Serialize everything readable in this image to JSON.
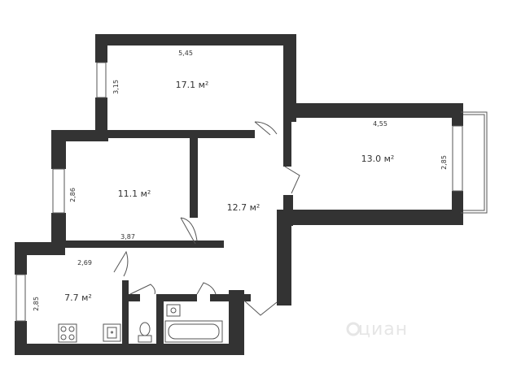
{
  "colors": {
    "wall": "#333333",
    "line": "#555555",
    "background": "#ffffff",
    "watermark": "#e6e6e6"
  },
  "rooms": [
    {
      "id": "room-top",
      "area": "17.1 м²",
      "dims": [
        "5,45",
        "3,15"
      ]
    },
    {
      "id": "room-right",
      "area": "13.0 м²",
      "dims": [
        "4,55",
        "2,85"
      ]
    },
    {
      "id": "room-left",
      "area": "11.1 м²",
      "dims": [
        "3,87",
        "2,86"
      ]
    },
    {
      "id": "hallway",
      "area": "12.7 м²",
      "dims": []
    },
    {
      "id": "kitchen",
      "area": "7.7 м²",
      "dims": [
        "2,69",
        "2,85"
      ]
    }
  ],
  "labels": {
    "top_area": "17.1 м²",
    "top_width": "5,45",
    "top_height": "3,15",
    "right_area": "13.0 м²",
    "right_width": "4,55",
    "right_height": "2,85",
    "left_area": "11.1 м²",
    "left_width": "3,87",
    "left_height": "2,86",
    "hall_area": "12.7 м²",
    "kitchen_area": "7.7 м²",
    "kitchen_width": "2,69",
    "kitchen_height": "2,85"
  },
  "watermark": "циан",
  "icons": [
    "stove-icon",
    "sink-icon",
    "toilet-icon",
    "washbasin-icon",
    "bathtub-icon"
  ]
}
